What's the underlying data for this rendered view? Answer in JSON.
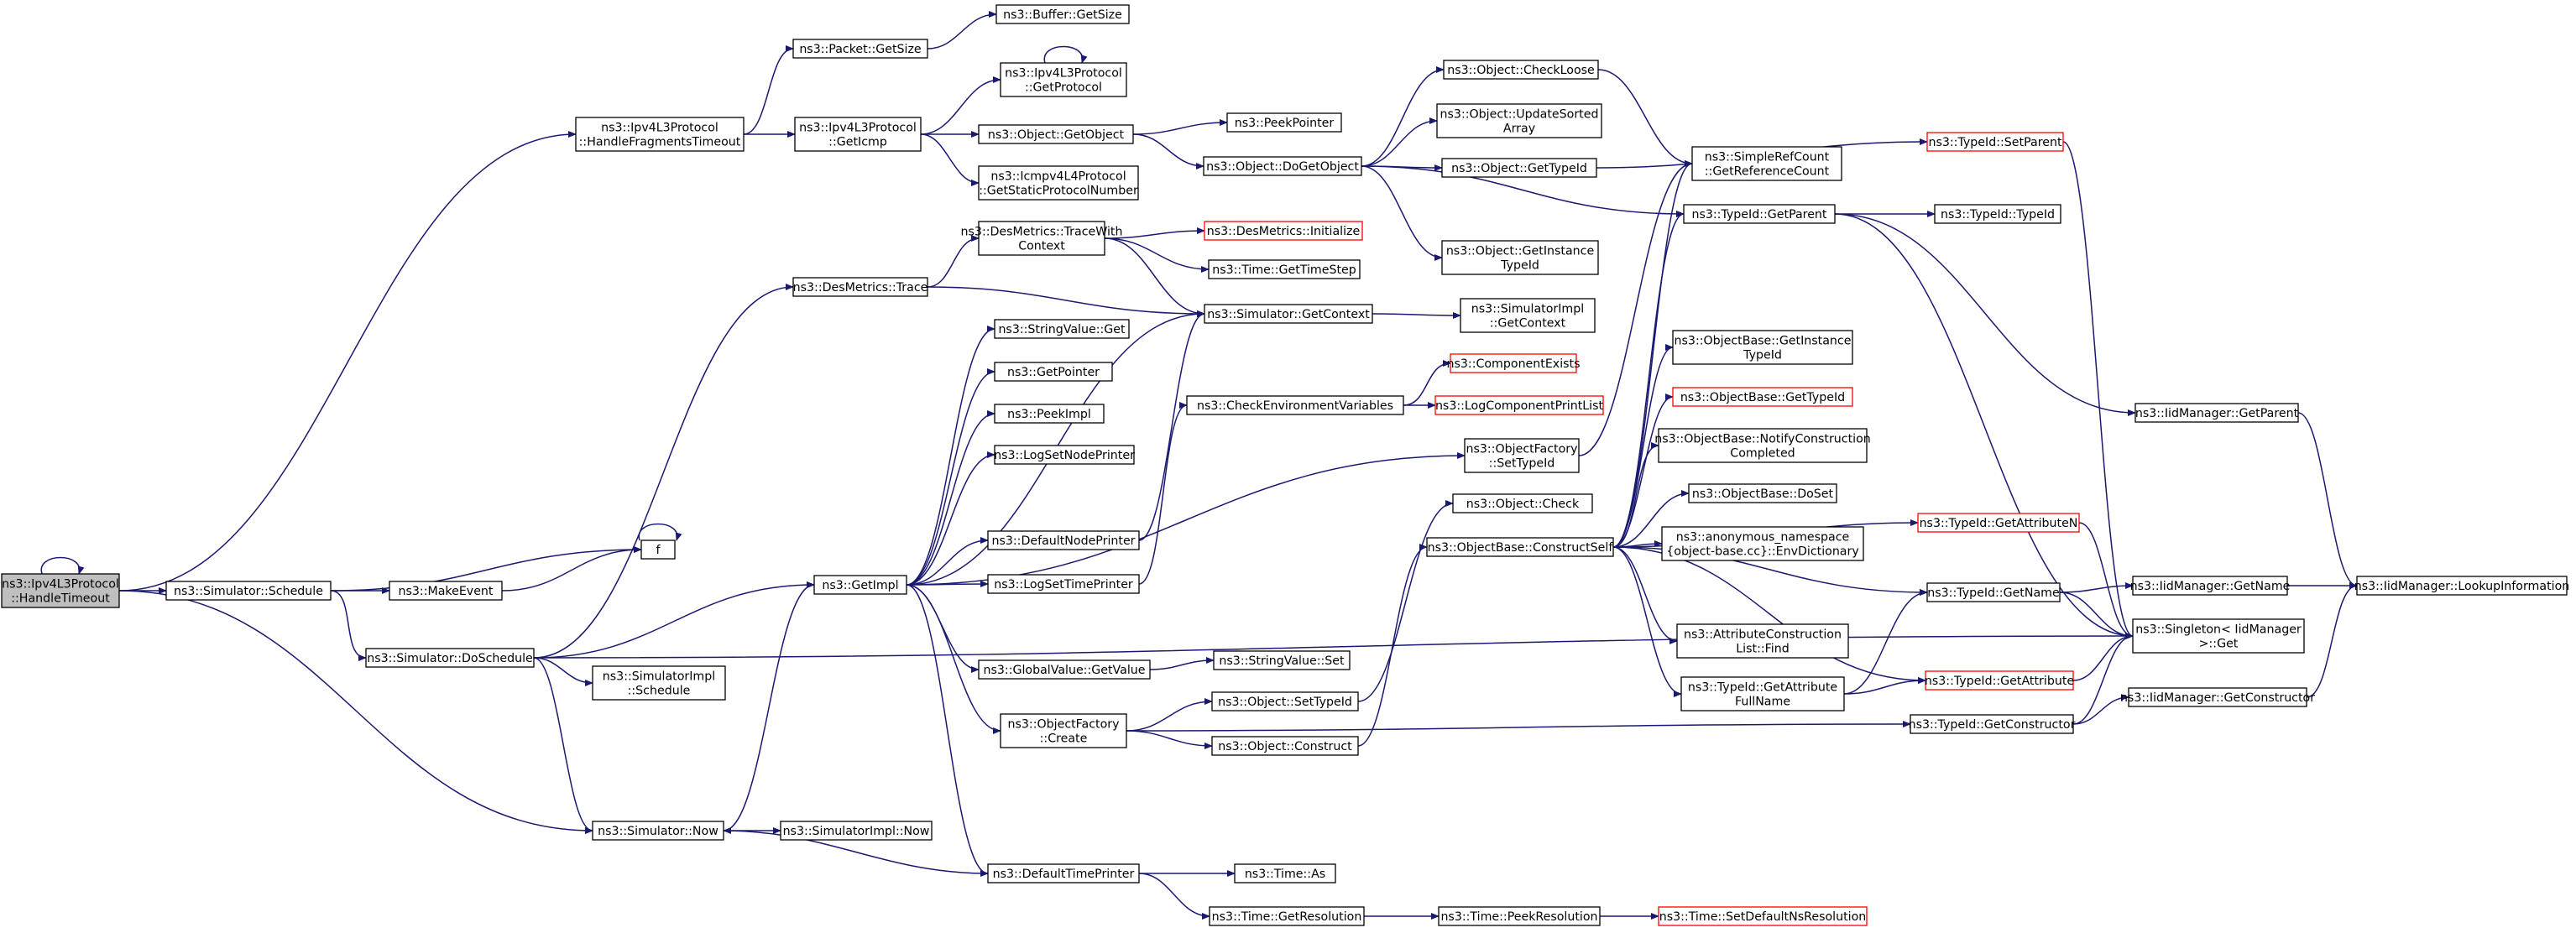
{
  "colors": {
    "edge": "#191970",
    "node_border": "#000000",
    "node_red_border": "#ff0000",
    "root_fill": "#bfbfbf",
    "node_fill": "#ffffff"
  },
  "nodes": {
    "n0": {
      "lines": [
        "ns3::Ipv4L3Protocol",
        "::HandleTimeout"
      ],
      "style": "root"
    },
    "n1": {
      "lines": [
        "ns3::Ipv4L3Protocol",
        "::HandleFragmentsTimeout"
      ]
    },
    "n2": {
      "lines": [
        "ns3::Simulator::Schedule"
      ]
    },
    "n3": {
      "lines": [
        "ns3::Simulator::DoSchedule"
      ]
    },
    "n4": {
      "lines": [
        "ns3::Simulator::Now"
      ]
    },
    "n5": {
      "lines": [
        "ns3::Packet::GetSize"
      ]
    },
    "n6": {
      "lines": [
        "ns3::Buffer::GetSize"
      ]
    },
    "n7": {
      "lines": [
        "ns3::Ipv4L3Protocol",
        "::GetIcmp"
      ]
    },
    "n8": {
      "lines": [
        "ns3::Ipv4L3Protocol",
        "::GetProtocol"
      ]
    },
    "n9": {
      "lines": [
        "ns3::Object::GetObject"
      ]
    },
    "n10": {
      "lines": [
        "ns3::Icmpv4L4Protocol",
        "::GetStaticProtocolNumber"
      ]
    },
    "n11": {
      "lines": [
        "ns3::PeekPointer"
      ]
    },
    "n12": {
      "lines": [
        "ns3::Object::DoGetObject"
      ]
    },
    "n13": {
      "lines": [
        "ns3::Object::CheckLoose"
      ]
    },
    "n14": {
      "lines": [
        "ns3::Object::UpdateSorted",
        "Array"
      ]
    },
    "n15": {
      "lines": [
        "ns3::Object::GetTypeId"
      ]
    },
    "n16": {
      "lines": [
        "ns3::Object::GetInstance",
        "TypeId"
      ]
    },
    "n17": {
      "lines": [
        "ns3::SimpleRefCount",
        "::GetReferenceCount"
      ]
    },
    "n18": {
      "lines": [
        "ns3::TypeId::SetParent"
      ],
      "style": "red"
    },
    "n19": {
      "lines": [
        "ns3::TypeId::GetParent"
      ]
    },
    "n20": {
      "lines": [
        "ns3::TypeId::TypeId"
      ]
    },
    "n21": {
      "lines": [
        "ns3::IidManager::GetParent"
      ]
    },
    "n22": {
      "lines": [
        "ns3::IidManager::LookupInformation"
      ]
    },
    "n23": {
      "lines": [
        "ns3::Singleton< IidManager",
        " >::Get"
      ]
    },
    "n24": {
      "lines": [
        "ns3::IidManager::GetName"
      ]
    },
    "n25": {
      "lines": [
        "ns3::IidManager::GetConstructor"
      ]
    },
    "n26": {
      "lines": [
        "ns3::TypeId::GetName"
      ]
    },
    "n27": {
      "lines": [
        "ns3::TypeId::GetAttributeN"
      ],
      "style": "red"
    },
    "n28": {
      "lines": [
        "ns3::TypeId::GetAttribute"
      ],
      "style": "red"
    },
    "n29": {
      "lines": [
        "ns3::TypeId::GetConstructor"
      ]
    },
    "n30": {
      "lines": [
        "ns3::DesMetrics::Trace"
      ]
    },
    "n31": {
      "lines": [
        "ns3::DesMetrics::TraceWith",
        "Context"
      ]
    },
    "n32": {
      "lines": [
        "ns3::DesMetrics::Initialize"
      ],
      "style": "red"
    },
    "n33": {
      "lines": [
        "ns3::Time::GetTimeStep"
      ]
    },
    "n34": {
      "lines": [
        "ns3::Simulator::GetContext"
      ]
    },
    "n35": {
      "lines": [
        "ns3::SimulatorImpl",
        "::GetContext"
      ]
    },
    "n36": {
      "lines": [
        "ns3::GetImpl"
      ]
    },
    "n37": {
      "lines": [
        "ns3::StringValue::Get"
      ]
    },
    "n38": {
      "lines": [
        "ns3::GetPointer"
      ]
    },
    "n39": {
      "lines": [
        "ns3::PeekImpl"
      ]
    },
    "n40": {
      "lines": [
        "ns3::LogSetNodePrinter"
      ]
    },
    "n41": {
      "lines": [
        "ns3::DefaultNodePrinter"
      ]
    },
    "n42": {
      "lines": [
        "ns3::LogSetTimePrinter"
      ]
    },
    "n43": {
      "lines": [
        "ns3::GlobalValue::GetValue"
      ]
    },
    "n44": {
      "lines": [
        "ns3::StringValue::Set"
      ]
    },
    "n45": {
      "lines": [
        "ns3::ObjectFactory",
        "::Create"
      ]
    },
    "n46": {
      "lines": [
        "ns3::Object::SetTypeId"
      ]
    },
    "n47": {
      "lines": [
        "ns3::Object::Construct"
      ]
    },
    "n48": {
      "lines": [
        "ns3::DefaultTimePrinter"
      ]
    },
    "n49": {
      "lines": [
        "ns3::Time::As"
      ]
    },
    "n50": {
      "lines": [
        "ns3::Time::GetResolution"
      ]
    },
    "n51": {
      "lines": [
        "ns3::Time::PeekResolution"
      ]
    },
    "n52": {
      "lines": [
        "ns3::Time::SetDefaultNsResolution"
      ],
      "style": "red"
    },
    "n53": {
      "lines": [
        "ns3::CheckEnvironmentVariables"
      ]
    },
    "n54": {
      "lines": [
        "ns3::ComponentExists"
      ],
      "style": "red"
    },
    "n55": {
      "lines": [
        "ns3::LogComponentPrintList"
      ],
      "style": "red"
    },
    "n56": {
      "lines": [
        "ns3::ObjectFactory",
        "::SetTypeId"
      ]
    },
    "n57": {
      "lines": [
        "ns3::Object::Check"
      ]
    },
    "n58": {
      "lines": [
        "ns3::ObjectBase::ConstructSelf"
      ]
    },
    "n59": {
      "lines": [
        "ns3::ObjectBase::GetInstance",
        "TypeId"
      ]
    },
    "n60": {
      "lines": [
        "ns3::ObjectBase::GetTypeId"
      ],
      "style": "red"
    },
    "n61": {
      "lines": [
        "ns3::ObjectBase::NotifyConstruction",
        "Completed"
      ]
    },
    "n62": {
      "lines": [
        "ns3::ObjectBase::DoSet"
      ]
    },
    "n63": {
      "lines": [
        "ns3::anonymous_namespace",
        "{object-base.cc}::EnvDictionary"
      ]
    },
    "n64": {
      "lines": [
        "ns3::AttributeConstruction",
        "List::Find"
      ]
    },
    "n65": {
      "lines": [
        "ns3::TypeId::GetAttribute",
        "FullName"
      ]
    },
    "n66": {
      "lines": [
        "ns3::SimulatorImpl",
        "::Schedule"
      ]
    },
    "n67": {
      "lines": [
        "ns3::MakeEvent"
      ]
    },
    "n68": {
      "lines": [
        "f"
      ]
    },
    "n69": {
      "lines": [
        "ns3::SimulatorImpl::Now"
      ]
    }
  }
}
